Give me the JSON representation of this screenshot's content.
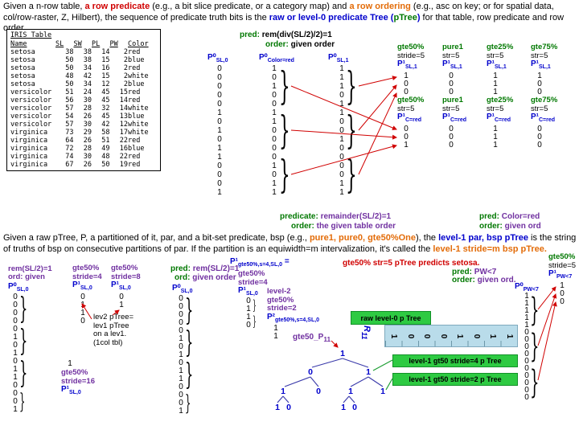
{
  "para1": [
    {
      "t": "Given a n-row table, ",
      "s": "k"
    },
    {
      "t": "a row predicate",
      "s": "r"
    },
    {
      "t": " (e.g., a bit slice predicate, or a category map) and ",
      "s": "k"
    },
    {
      "t": "a row ordering",
      "s": "o"
    },
    {
      "t": " (e.g., asc on key; or for spatial data, col/row-raster, Z, Hilbert), the sequence of predicate truth bits is the ",
      "s": "k"
    },
    {
      "t": "raw or level-0 predicate Tree",
      "s": "b"
    },
    {
      "t": " (",
      "s": "b"
    },
    {
      "t": "pTree",
      "s": "g"
    },
    {
      "t": ")",
      "s": "b"
    },
    {
      "t": " for that table, row predicate and row order.",
      "s": "k"
    }
  ],
  "iris": {
    "title": "IRIS Table",
    "headers": [
      "Name",
      "SL",
      "SW",
      "PL",
      "PW",
      "Color"
    ],
    "rows": [
      [
        "setosa",
        "38",
        "38",
        "14",
        "2",
        "red"
      ],
      [
        "setosa",
        "50",
        "38",
        "15",
        "2",
        "blue"
      ],
      [
        "setosa",
        "50",
        "34",
        "16",
        "2",
        "red"
      ],
      [
        "setosa",
        "48",
        "42",
        "15",
        "2",
        "white"
      ],
      [
        "setosa",
        "50",
        "34",
        "12",
        "2",
        "blue"
      ],
      [
        "versicolor",
        "51",
        "24",
        "45",
        "15",
        "red"
      ],
      [
        "versicolor",
        "56",
        "30",
        "45",
        "14",
        "red"
      ],
      [
        "versicolor",
        "57",
        "28",
        "32",
        "14",
        "white"
      ],
      [
        "versicolor",
        "54",
        "26",
        "45",
        "13",
        "blue"
      ],
      [
        "versicolor",
        "57",
        "30",
        "42",
        "12",
        "white"
      ],
      [
        "virginica",
        "73",
        "29",
        "58",
        "17",
        "white"
      ],
      [
        "virginica",
        "64",
        "26",
        "51",
        "22",
        "red"
      ],
      [
        "virginica",
        "72",
        "28",
        "49",
        "16",
        "blue"
      ],
      [
        "virginica",
        "74",
        "30",
        "48",
        "22",
        "red"
      ],
      [
        "virginica",
        "67",
        "26",
        "50",
        "19",
        "red"
      ]
    ]
  },
  "topmid": {
    "pred1": [
      {
        "t": "pred:",
        "s": "g"
      },
      {
        "t": " rem(div(SL/2)/2)=1",
        "s": "kb"
      }
    ],
    "pred2": [
      {
        "t": "order:",
        "s": "g"
      },
      {
        "t": " given order",
        "s": "kb"
      }
    ],
    "colSL0": {
      "label": {
        "main": "P⁰",
        "sub": "SL,0"
      },
      "bits": [
        0,
        0,
        0,
        0,
        0,
        1,
        0,
        1,
        0,
        1,
        1,
        0,
        0,
        0,
        1
      ]
    },
    "colColor": {
      "label": {
        "main": "P⁰",
        "sub": "Color=red"
      },
      "bits": [
        1,
        0,
        1,
        0,
        0,
        1,
        1,
        0,
        0,
        0,
        0,
        1,
        0,
        1,
        1
      ]
    },
    "colSL1": {
      "label": {
        "main": "P⁰",
        "sub": "SL,1"
      },
      "bits": [
        1,
        1,
        1,
        0,
        1,
        1,
        0,
        0,
        1,
        0,
        0,
        0,
        0,
        1,
        1
      ]
    },
    "capSL0a": [
      {
        "t": "predicate:",
        "s": "g"
      },
      {
        "t": " remainder(SL/2)=1",
        "s": "pb"
      }
    ],
    "capSL0b": [
      {
        "t": "order:",
        "s": "g"
      },
      {
        "t": " the given table order",
        "s": "pb"
      }
    ],
    "capColora": [
      {
        "t": "pred:",
        "s": "g"
      },
      {
        "t": " Color=red",
        "s": "pb"
      }
    ],
    "capColorb": [
      {
        "t": "order:",
        "s": "g"
      },
      {
        "t": " given ord",
        "s": "pb"
      }
    ]
  },
  "grid": {
    "row1": [
      {
        "pred": "gte50%",
        "stride": "stride=5",
        "p": {
          "main": "P¹",
          "sub": "SL,1"
        },
        "bits": [
          1,
          0,
          0
        ]
      },
      {
        "pred": "pure1",
        "stride": "str=5",
        "p": {
          "main": "P¹",
          "sub": "SL,1"
        },
        "bits": [
          0,
          0,
          0
        ]
      },
      {
        "pred": "gte25%",
        "stride": "str=5",
        "p": {
          "main": "P¹",
          "sub": "SL,1"
        },
        "bits": [
          1,
          1,
          1
        ]
      },
      {
        "pred": "gte75%",
        "stride": "str=5",
        "p": {
          "main": "P¹",
          "sub": "SL,1"
        },
        "bits": [
          1,
          0,
          0
        ]
      }
    ],
    "row2": [
      {
        "pred": "gte50%",
        "stride": "str=5",
        "p": {
          "main": "P¹",
          "sub": "C=red"
        },
        "bits": [
          0,
          0,
          1
        ]
      },
      {
        "pred": "pure1",
        "stride": "str=5",
        "p": {
          "main": "P¹",
          "sub": "C=red"
        },
        "bits": [
          0,
          0,
          0
        ]
      },
      {
        "pred": "gte25%",
        "stride": "str=5",
        "p": {
          "main": "P¹",
          "sub": "C=red"
        },
        "bits": [
          1,
          1,
          1
        ]
      },
      {
        "pred": "gte75%",
        "stride": "str=5",
        "p": {
          "main": "P¹",
          "sub": "C=red"
        },
        "bits": [
          0,
          0,
          0
        ]
      }
    ]
  },
  "para2": [
    {
      "t": "Given a raw pTree, P, a partitioned of it, par, and a bit-set predicate, bsp (e.g., ",
      "s": "k"
    },
    {
      "t": "pure1, pure0, gte50%One",
      "s": "o"
    },
    {
      "t": "), the ",
      "s": "k"
    },
    {
      "t": "level-1 par, bsp pTree",
      "s": "b"
    },
    {
      "t": " is the string of truths of bsp on consecutive partitions of par.  If the partition is an equiwidth=m intervalization, it's called the ",
      "s": "k"
    },
    {
      "t": "level-1 stride=m bsp pTree.",
      "s": "o"
    }
  ],
  "botleft": {
    "hdr1": "rem(SL/2)=1",
    "hdr2": "ord: given",
    "p0": {
      "main": "P⁰",
      "sub": "SL,0"
    },
    "bits": [
      0,
      0,
      0,
      0,
      0,
      1,
      0,
      1,
      0,
      1,
      1,
      0,
      0,
      0,
      1
    ],
    "s4": {
      "pred": "gte50%",
      "stride": "stride=4",
      "p": {
        "main": "P¹",
        "sub": "SL,0"
      },
      "bits": [
        0,
        1,
        1,
        0
      ]
    },
    "s8": {
      "pred": "gte50%",
      "stride": "stride=8",
      "p": {
        "main": "P¹",
        "sub": "SL,0"
      },
      "bits": [
        0,
        1
      ]
    },
    "note": [
      "lev2 pTree=",
      "lev1 pTree",
      "on a lev1.",
      "(1col tbl)"
    ],
    "s16": {
      "pred": "gte50%",
      "stride": "stride=16",
      "p": {
        "main": "P¹",
        "sub": "SL,0"
      },
      "bits": [
        1
      ]
    }
  },
  "botmid": {
    "pred1": [
      {
        "t": "pred:",
        "s": "g"
      },
      {
        "t": " rem(SL/2)=1",
        "s": "pb"
      }
    ],
    "pred2": [
      {
        "t": "ord:",
        "s": "g"
      },
      {
        "t": " given order",
        "s": "pb"
      }
    ],
    "p0": {
      "main": "P⁰",
      "sub": "SL,0"
    },
    "bits": [
      0,
      0,
      0,
      0,
      0,
      1,
      0,
      1,
      0,
      1,
      1,
      0,
      0,
      0,
      1
    ],
    "p1eq": {
      "main": "P¹",
      "sub": "gte50%,s=4,SL,0",
      "suffix": "="
    },
    "s4": {
      "pred": "gte50%",
      "stride": "stride=4",
      "p": {
        "main": "P¹",
        "sub": "SL,0"
      },
      "bits": [
        0,
        1,
        1,
        0
      ]
    },
    "lvl2": {
      "l1": "level-2",
      "pred": "gte50%",
      "stride": "stride=2",
      "p": {
        "main": "P²",
        "sub": "gte50%,s=4,SL,0"
      },
      "bits": [
        1,
        1
      ]
    }
  },
  "setosa_note": "gte50% str=5 pTree predicts setosa.",
  "pw": {
    "pred1": [
      {
        "t": "pred:",
        "s": "g"
      },
      {
        "t": " PW<7",
        "s": "pb"
      }
    ],
    "pred2": [
      {
        "t": "order:",
        "s": "g"
      },
      {
        "t": " given ord.",
        "s": "pb"
      }
    ],
    "p0": {
      "main": "P⁰",
      "sub": "PW<7"
    },
    "bits": [
      1,
      1,
      1,
      1,
      1,
      0,
      0,
      0,
      0,
      0,
      0,
      0,
      0,
      0,
      0
    ],
    "p1": {
      "pred": "gte50%",
      "stride": "stride=5",
      "p": {
        "main": "P¹",
        "sub": "PW<7"
      },
      "bits": [
        1,
        0,
        0
      ]
    }
  },
  "tree": {
    "raw_label": "raw level-0 p Tree",
    "r11": {
      "main": "R",
      "sub": "11"
    },
    "gte50p11": {
      "main": "gte50_P",
      "sub": "11"
    },
    "strip_bits": [
      1,
      0,
      0,
      0,
      1,
      0,
      1,
      1
    ],
    "root": "1",
    "level1": [
      "0",
      "1"
    ],
    "level2": [
      "1",
      "0",
      "1",
      "1"
    ],
    "leaves": [
      "1",
      "0",
      "1",
      "0"
    ],
    "box1": "level-1  gt50  stride=4  p Tree",
    "box2": "level-1  gt50  stride=2  p Tree"
  }
}
